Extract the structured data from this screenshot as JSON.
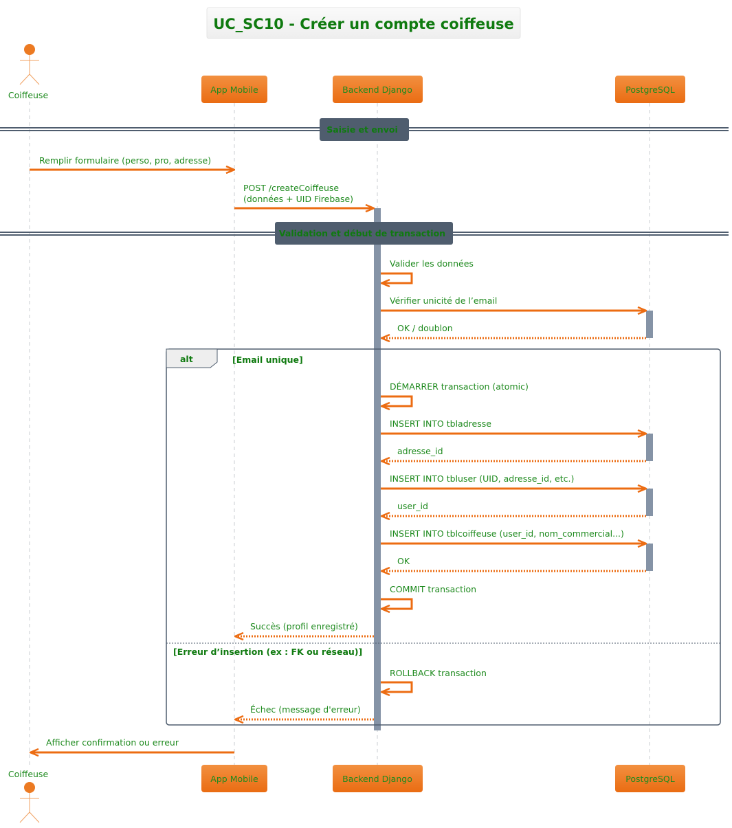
{
  "title": "UC_SC10 - Créer un compte coiffeuse",
  "participants": {
    "actor": "Coiffeuse",
    "app": "App Mobile",
    "backend": "Backend Django",
    "db": "PostgreSQL"
  },
  "dividers": [
    "Saisie et envoi",
    "Validation et début de transaction"
  ],
  "messages": {
    "m1": "Remplir formulaire (perso, pro, adresse)",
    "m2a": "POST /createCoiffeuse",
    "m2b": "(données + UID Firebase)",
    "m3": "Valider les données",
    "m4": "Vérifier unicité de l’email",
    "m5": "OK / doublon",
    "m6": "DÉMARRER transaction (atomic)",
    "m7": "INSERT INTO tbladresse",
    "m8": "adresse_id",
    "m9": "INSERT INTO tbluser (UID, adresse_id, etc.)",
    "m10": "user_id",
    "m11": "INSERT INTO tblcoiffeuse (user_id, nom_commercial...)",
    "m12": "OK",
    "m13": "COMMIT transaction",
    "m14": "Succès (profil enregistré)",
    "m15": "ROLLBACK transaction",
    "m16": "Échec (message d'erreur)",
    "m17": "Afficher confirmation ou erreur"
  },
  "alt": {
    "keyword": "alt",
    "guard1": "[Email unique]",
    "guard2": "[Erreur d’insertion (ex : FK ou réseau)]"
  },
  "colors": {
    "participant": "#ec6c12",
    "arrow": "#ec6c12",
    "text": "#1e8a1e",
    "divider": "#4f5d6e",
    "activation": "#8593a6"
  }
}
